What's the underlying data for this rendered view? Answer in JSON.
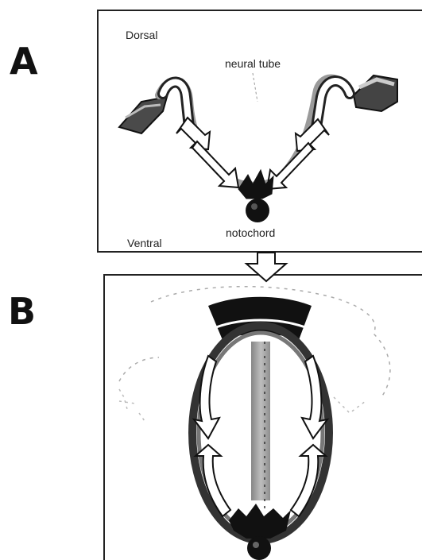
{
  "panels": {
    "a": {
      "letter": "A",
      "dorsal_label": "Dorsal",
      "ventral_label": "Ventral",
      "neural_tube_label": "neural tube",
      "notochord_label": "notochord"
    },
    "b": {
      "letter": "B"
    }
  },
  "colors": {
    "ink": "#111111",
    "gray": "#7a7a7a",
    "light_gray": "#bdbdbd",
    "arrow_fill": "#ffffff"
  }
}
